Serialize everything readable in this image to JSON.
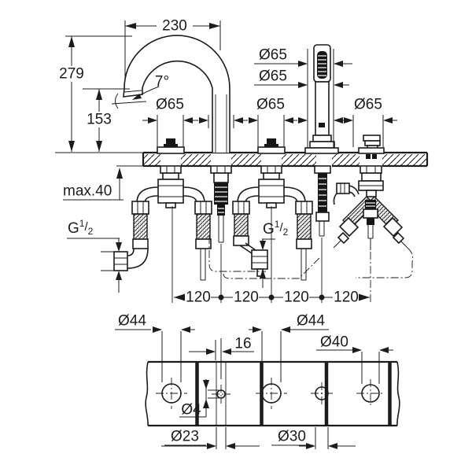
{
  "drawing": {
    "kind": "bath-faucet-technical-dimension-drawing",
    "line_color": "#1c1c1c",
    "background": "#ffffff"
  },
  "labels": {
    "reach": "230",
    "height": "279",
    "spout_height": "153",
    "angle": "7°",
    "dia65": [
      "Ø65",
      "Ø65",
      "Ø65",
      "Ø65",
      "Ø65"
    ],
    "max_thickness": "max.40",
    "g_thread": {
      "base": "G",
      "sup": "1",
      "slash": "/",
      "sub": "2"
    },
    "spacing": [
      "120",
      "120",
      "120",
      "120"
    ],
    "dia44": [
      "Ø44",
      "Ø44"
    ],
    "offset16": "16",
    "dia40": "Ø40",
    "dia4": "Ø4",
    "dia23": "Ø23",
    "dia30": "Ø30"
  }
}
